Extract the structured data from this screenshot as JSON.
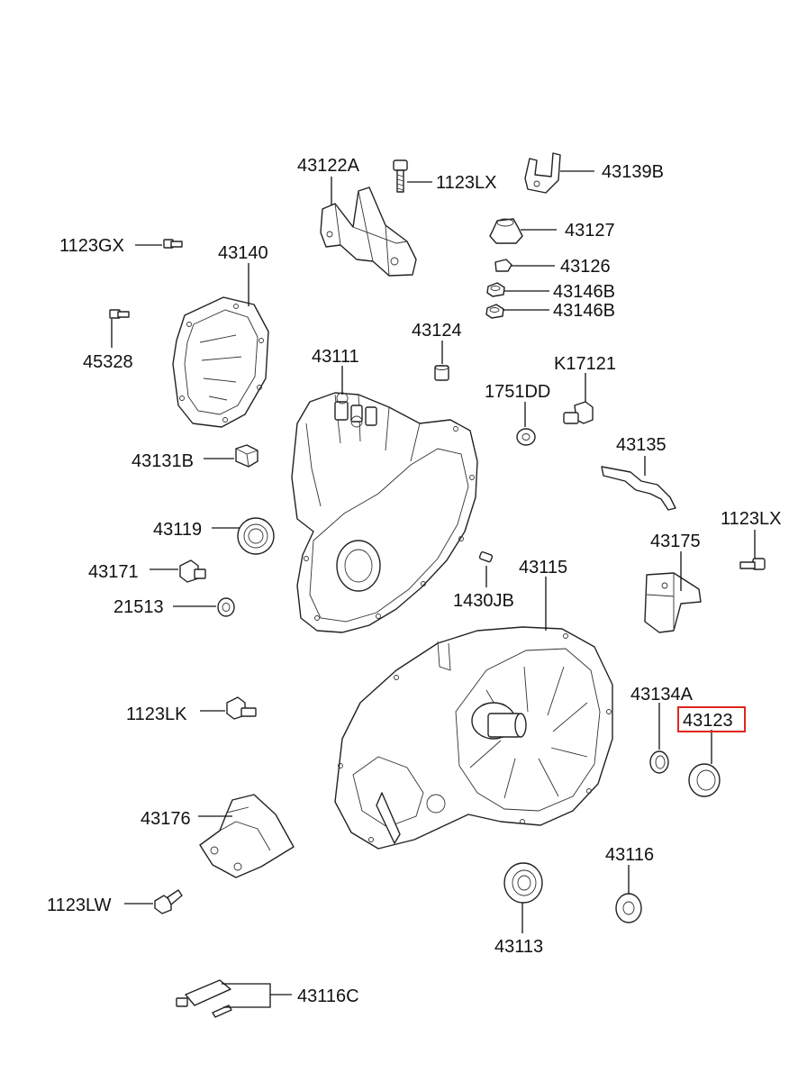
{
  "highlight_color": "#e0261f",
  "highlighted_part": "43123",
  "labels": {
    "p43122A": "43122A",
    "p1123LX_top": "1123LX",
    "p43139B": "43139B",
    "p43127": "43127",
    "p43126": "43126",
    "p43146B_1": "43146B",
    "p43146B_2": "43146B",
    "p1123GX": "1123GX",
    "p43140": "43140",
    "p45328": "45328",
    "p43124": "43124",
    "p43111": "43111",
    "p1751DD": "1751DD",
    "pK17121": "K17121",
    "p43135": "43135",
    "p43131B": "43131B",
    "p43119": "43119",
    "p1123LX_right": "1123LX",
    "p43175": "43175",
    "p43171": "43171",
    "p43115": "43115",
    "p21513": "21513",
    "p1430JB": "1430JB",
    "p43134A": "43134A",
    "p43123": "43123",
    "p1123LK": "1123LK",
    "p43176": "43176",
    "p43116": "43116",
    "p1123LW": "1123LW",
    "p43113": "43113",
    "p43116C": "43116C"
  }
}
